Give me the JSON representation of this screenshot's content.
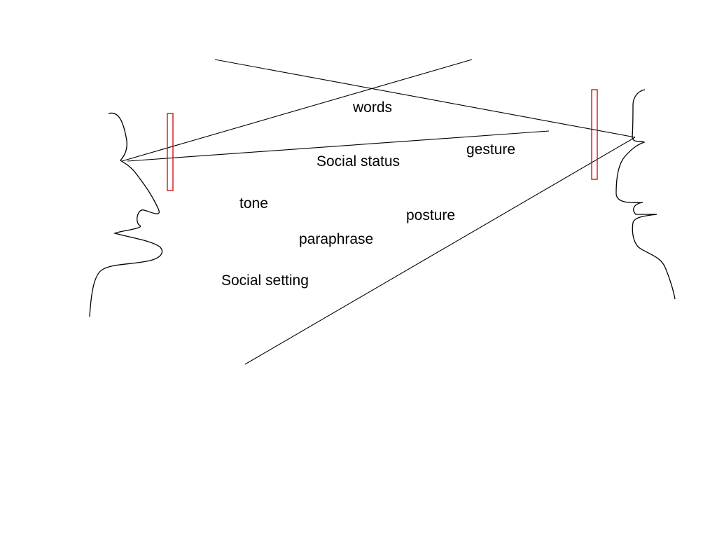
{
  "diagram": {
    "labels": {
      "words": "words",
      "gesture": "gesture",
      "social_status": "Social status",
      "tone": "tone",
      "posture": "posture",
      "paraphrase": "paraphrase",
      "social_setting": "Social setting"
    },
    "colors": {
      "line": "#000000",
      "filter_bar": "#cc0000",
      "background": "#ffffff"
    }
  }
}
